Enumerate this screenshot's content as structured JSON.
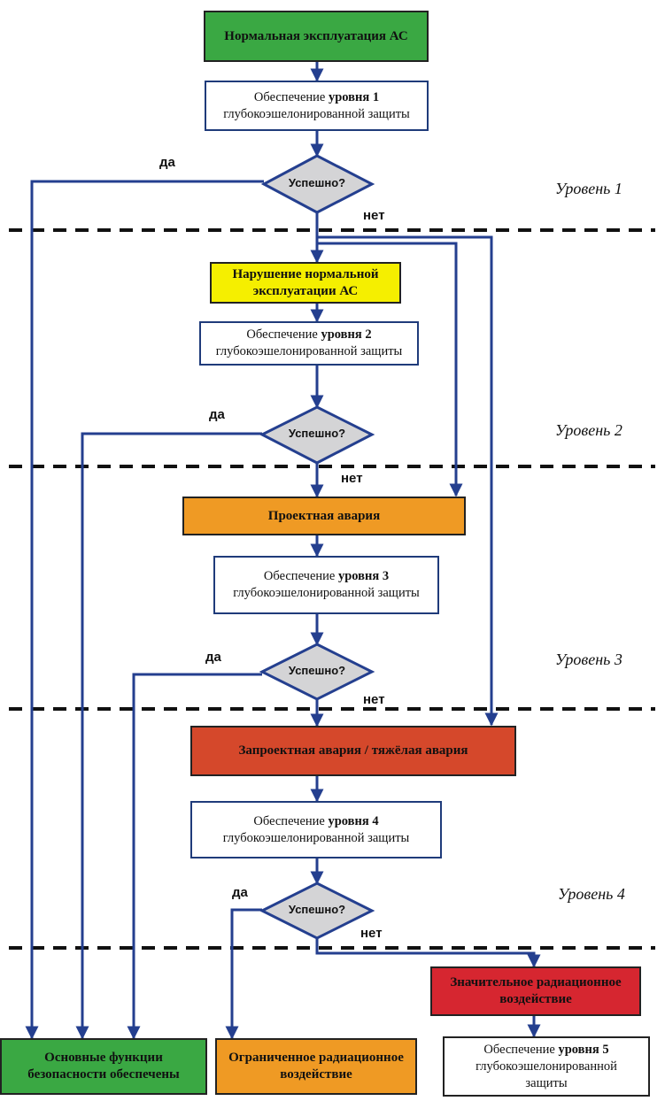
{
  "colors": {
    "line": "#243f8f",
    "normal": "#3aa843",
    "violation": "#f5ef00",
    "design_accident": "#ef9a24",
    "severe_accident": "#d5482b",
    "radiation": "#d62630",
    "limited": "#ef9a24",
    "success": "#3aa843",
    "decision": "#d4d4d6"
  },
  "boxes": {
    "normal_operation": "Нормальная эксплуатация АС",
    "violation": [
      "Нарушение нормальной",
      "эксплуатации АС"
    ],
    "design_accident": "Проектная авария",
    "beyond_design_accident": "Запроектная авария / тяжёлая авария",
    "significant_radiation": [
      "Значительное радиационное",
      "воздействие"
    ],
    "safety_functions": [
      "Основные функции",
      "безопасности обеспечены"
    ],
    "limited_radiation": [
      "Ограниченное радиационное",
      "воздействие"
    ]
  },
  "steps": {
    "prefix": "Обеспечение",
    "suffix": "глубокоэшелонированной защиты",
    "levels": [
      "уровня 1",
      "уровня 2",
      "уровня 3",
      "уровня 4",
      "уровня 5"
    ],
    "level5_suffix": [
      "глубокоэшелонированной",
      "защиты"
    ]
  },
  "decision": "Успешно?",
  "yes": "да",
  "no": "нет",
  "level_labels": [
    "Уровень 1",
    "Уровень 2",
    "Уровень 3",
    "Уровень 4"
  ]
}
